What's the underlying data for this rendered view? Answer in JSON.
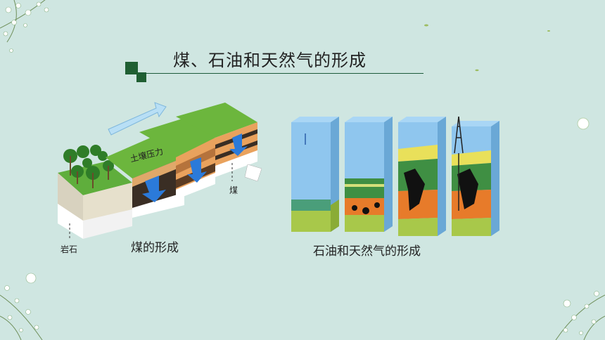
{
  "slide": {
    "title": "煤、石油和天然气的形成",
    "coal_caption": "煤的形成",
    "oil_gas_caption": "石油和天然气的形成",
    "label_pressure": "土壤压力",
    "label_coal": "煤",
    "label_rock": "岩石"
  },
  "colors": {
    "background": "#cfe6e1",
    "accent_green": "#1f5f32",
    "grass": "#6cb63d",
    "water": "#7ab9e6",
    "soil_orange": "#e77b2a"
  }
}
